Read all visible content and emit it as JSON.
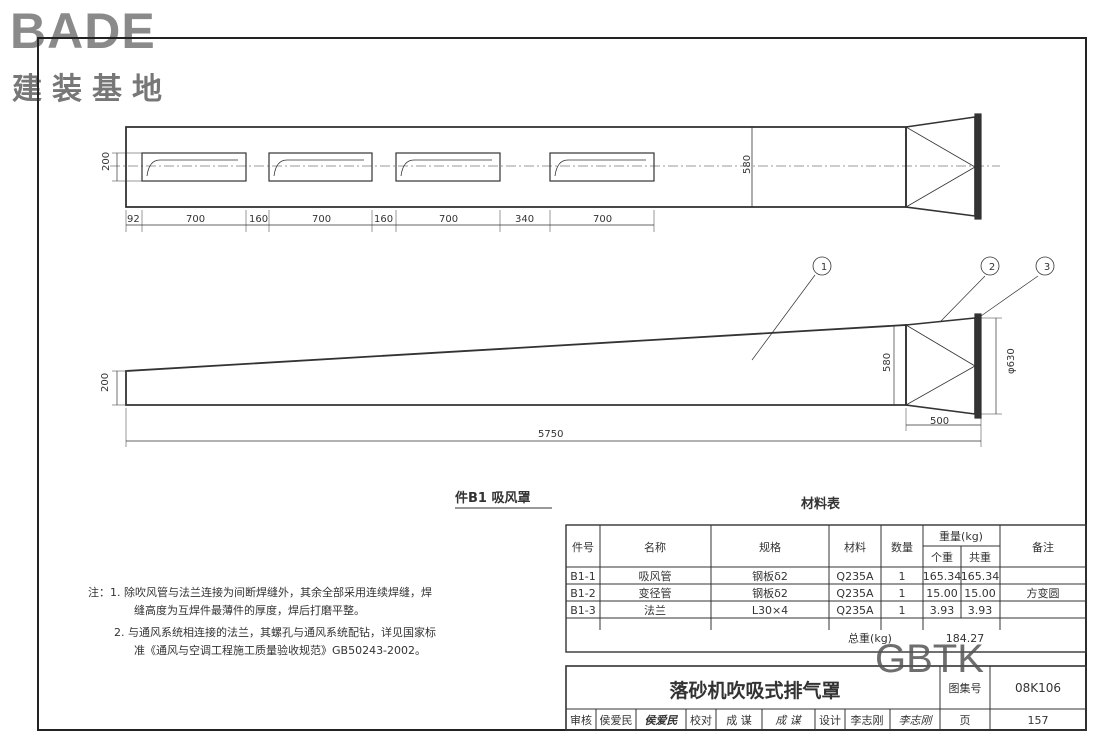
{
  "logo": {
    "brand": "BADE",
    "subtitle": "建装基地"
  },
  "drawing": {
    "plan_dims": {
      "height_left": "200",
      "height_right": "580",
      "seg1": "92",
      "seg2": "700",
      "seg3": "160",
      "seg4": "700",
      "seg5": "160",
      "seg6": "700",
      "seg7": "340",
      "seg8": "700"
    },
    "elev_dims": {
      "height_left": "200",
      "height_right": "580",
      "diameter": "φ630",
      "length": "5750",
      "flange_len": "500"
    },
    "callouts": [
      "1",
      "2",
      "3"
    ],
    "part_title": "件B1  吸风罩"
  },
  "materials": {
    "title": "材料表",
    "headers": {
      "part_no": "件号",
      "name": "名称",
      "spec": "规格",
      "material": "材料",
      "qty": "数量",
      "weight": "重量(kg)",
      "unit": "个重",
      "total": "共重",
      "remark": "备注"
    },
    "rows": [
      {
        "part_no": "B1-1",
        "name": "吸风管",
        "spec": "钢板δ2",
        "material": "Q235A",
        "qty": "1",
        "unit": "165.34",
        "total": "165.34",
        "remark": ""
      },
      {
        "part_no": "B1-2",
        "name": "变径管",
        "spec": "钢板δ2",
        "material": "Q235A",
        "qty": "1",
        "unit": "15.00",
        "total": "15.00",
        "remark": "方变圆"
      },
      {
        "part_no": "B1-3",
        "name": "法兰",
        "spec": "L30×4",
        "material": "Q235A",
        "qty": "1",
        "unit": "3.93",
        "total": "3.93",
        "remark": ""
      }
    ],
    "total_label": "总重(kg)",
    "total_value": "184.27"
  },
  "notes": [
    "注：1. 除吹风管与法兰连接为间断焊缝外，其余全部采用连续焊缝，焊",
    "缝高度为互焊件最薄件的厚度，焊后打磨平整。",
    "2. 与通风系统相连接的法兰，其螺孔与通风系统配钻，详见国家标",
    "准《通风与空调工程施工质量验收规范》GB50243-2002。"
  ],
  "title_block": {
    "title": "落砂机吹吸式排气罩",
    "atlas_label": "图集号",
    "atlas_no": "08K106",
    "review_label": "审核",
    "reviewer": "侯爱民",
    "reviewer_sign": "侯爱民",
    "check_label": "校对",
    "checker": "成  谋",
    "checker_sign": "成  谋",
    "design_label": "设计",
    "designer": "李志刚",
    "designer_sign": "李志刚",
    "page_label": "页",
    "page_no": "157"
  },
  "watermark": "GBTK"
}
